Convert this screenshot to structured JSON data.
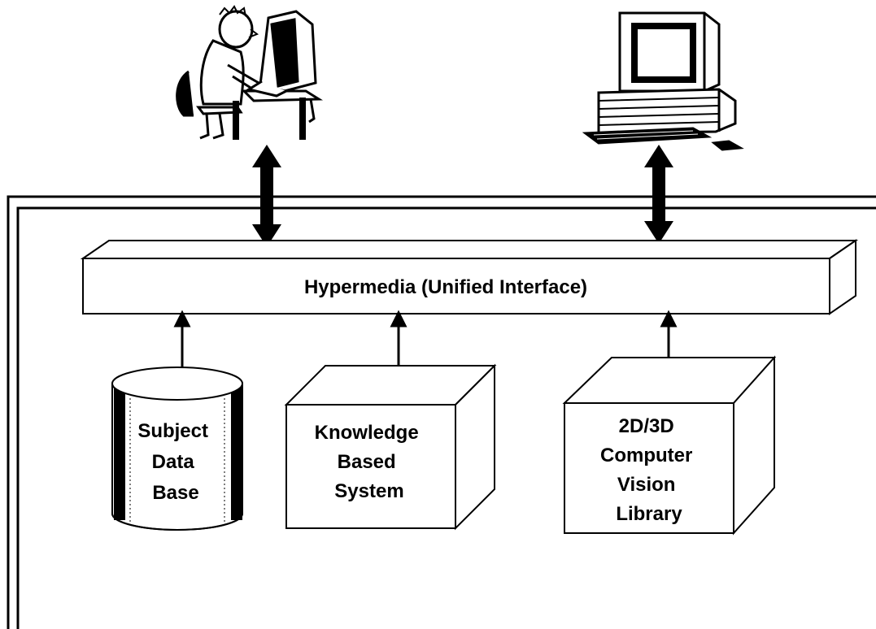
{
  "diagram": {
    "interface_label": "Hypermedia (Unified Interface)",
    "components": {
      "database": {
        "lines": [
          "Subject",
          "Data",
          "Base"
        ]
      },
      "knowledge_system": {
        "lines": [
          "Knowledge",
          "Based",
          "System"
        ]
      },
      "vision_library": {
        "lines": [
          "2D/3D",
          "Computer",
          "Vision",
          "Library"
        ]
      }
    },
    "actors": {
      "user": {
        "icon": "user-at-terminal-icon"
      },
      "computer": {
        "icon": "desktop-computer-icon"
      }
    },
    "colors": {
      "line": "#000000",
      "fill": "#ffffff"
    }
  }
}
